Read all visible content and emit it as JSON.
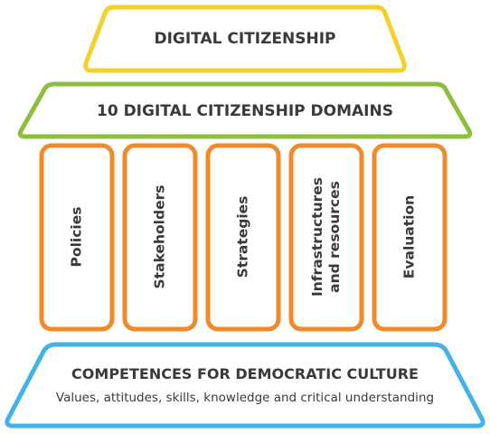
{
  "top": {
    "label": "DIGITAL CITIZENSHIP"
  },
  "domains": {
    "label": "10 DIGITAL CITIZENSHIP DOMAINS"
  },
  "pillars": [
    {
      "lines": [
        "Policies"
      ]
    },
    {
      "lines": [
        "Stakeholders"
      ]
    },
    {
      "lines": [
        "Strategies"
      ]
    },
    {
      "lines": [
        "Infrastructures",
        "and resources"
      ]
    },
    {
      "lines": [
        "Evaluation"
      ]
    }
  ],
  "base": {
    "title": "COMPETENCES FOR DEMOCRATIC CULTURE",
    "subtitle": "Values, attitudes, skills, knowledge and critical understanding"
  },
  "colors": {
    "top": "#f5d02a",
    "domains": "#8dbe3c",
    "pillars": "#f08a2a",
    "base": "#44b2e6",
    "text": "#3a3a3a"
  }
}
